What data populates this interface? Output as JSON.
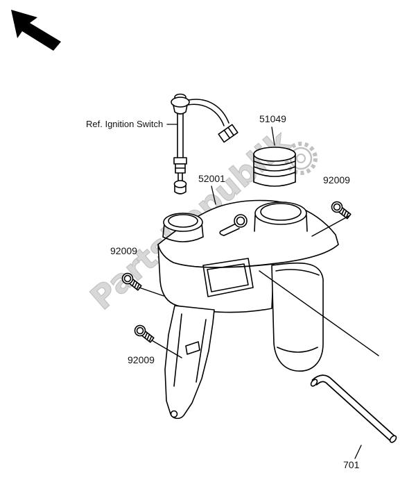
{
  "watermark": {
    "text": "PartsRepublik",
    "color": "#9a9a9a"
  },
  "labels": {
    "ref_ignition_switch": "Ref. Ignition Switch",
    "filler_cap": "51049",
    "oil_tank": "52001",
    "screw_right": "92009",
    "screw_left": "92009",
    "screw_bottom": "92009",
    "hose": "701"
  }
}
